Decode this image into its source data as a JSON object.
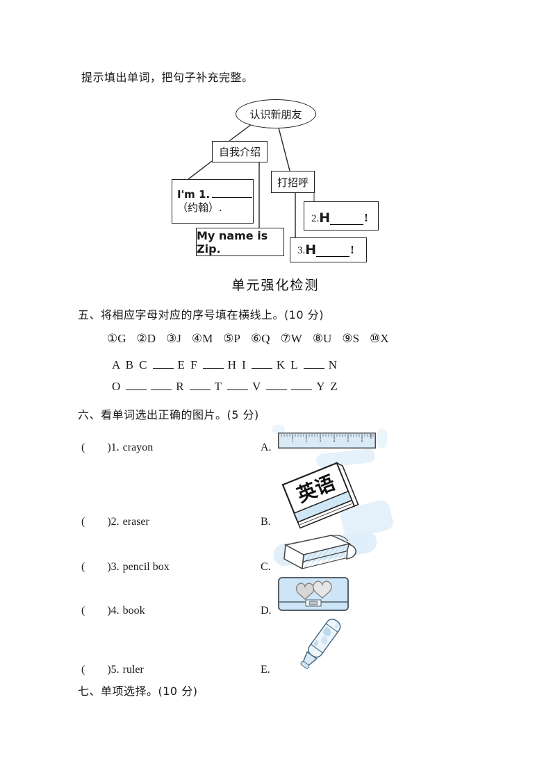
{
  "intro": {
    "text": "提示填出单词，把句子补充完整。"
  },
  "diagram": {
    "root_label": "认识新朋友",
    "intro_label": "自我介绍",
    "greet_label": "打招呼",
    "im_prefix": "I'm 1.",
    "im_line2": "（约翰）.",
    "name_sentence": "My name is Zip.",
    "h2_num": "2.",
    "h2_letter": "H",
    "h2_punct": "!",
    "h3_num": "3.",
    "h3_letter": "H",
    "h3_punct": "!"
  },
  "title": {
    "text": "单元强化检测"
  },
  "section_five": {
    "header": "五、将相应字母对应的序号填在横线上。(10 分)",
    "pairs": [
      "①G",
      "②D",
      "③J",
      "④M",
      "⑤P",
      "⑥Q",
      "⑦W",
      "⑧U",
      "⑨S",
      "⑩X"
    ],
    "line1": [
      "A B C",
      "",
      "E F",
      "",
      "H I",
      "",
      "K L",
      "",
      "N"
    ],
    "line2": [
      "O",
      "",
      "",
      "R",
      "",
      "T",
      "",
      "V",
      "",
      "",
      "Y Z"
    ]
  },
  "section_six": {
    "header": "六、看单词选出正确的图片。(5 分)",
    "paren_open": "(",
    "paren_close": ")",
    "items": [
      {
        "num": "1.",
        "word": "crayon",
        "letter": "A."
      },
      {
        "num": "2.",
        "word": "eraser",
        "letter": "B."
      },
      {
        "num": "3.",
        "word": "pencil box",
        "letter": "C."
      },
      {
        "num": "4.",
        "word": "book",
        "letter": "D."
      },
      {
        "num": "5.",
        "word": "ruler",
        "letter": "E."
      }
    ],
    "book_cover_text": "英语"
  },
  "section_seven": {
    "header": "七、单项选择。(10 分)"
  },
  "colors": {
    "ink": "#1a1a1a",
    "box_border": "#222222",
    "light_blue_fill": "#d6e9f7",
    "watermark_blue": "#e4f1fa",
    "heart_gray": "#d9d9d9",
    "gray_connector": "#a0a0a0"
  }
}
